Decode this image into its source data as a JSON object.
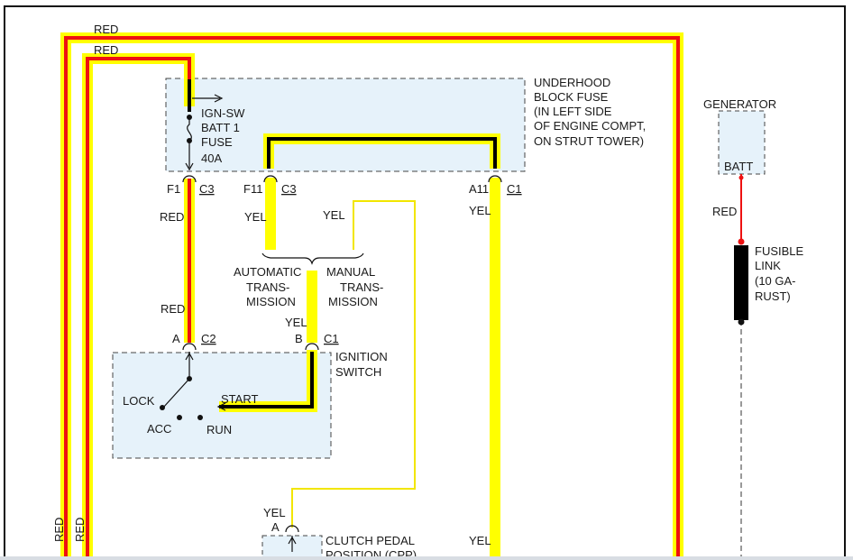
{
  "labels": {
    "red_top_1": "RED",
    "red_top_2": "RED",
    "red_vert_1": "RED",
    "red_vert_2": "RED",
    "underhood_title": [
      "UNDERHOOD",
      "BLOCK FUSE",
      "(IN LEFT SIDE",
      "OF ENGINE COMPT,",
      "ON STRUT TOWER)"
    ],
    "fuse_text": [
      "IGN-SW",
      "BATT 1",
      "FUSE",
      "40A"
    ],
    "f1": "F1",
    "c3_a": "C3",
    "f11": "F11",
    "c3_b": "C3",
    "a11": "A11",
    "c1_a": "C1",
    "red_mid_1": "RED",
    "yel_1": "YEL",
    "yel_2": "YEL",
    "yel_3": "YEL",
    "auto_trans": [
      "AUTOMATIC",
      "TRANS-",
      "MISSION"
    ],
    "manual_trans": [
      "MANUAL",
      "TRANS-",
      "MISSION"
    ],
    "red_mid_2": "RED",
    "yel_4": "YEL",
    "pin_a": "A",
    "c2": "C2",
    "pin_b": "B",
    "c1_b": "C1",
    "ignition_switch": [
      "IGNITION",
      "SWITCH"
    ],
    "lock": "LOCK",
    "start": "START",
    "acc": "ACC",
    "run": "RUN",
    "generator": "GENERATOR",
    "batt": "BATT",
    "red_gen": "RED",
    "fusible_link": [
      "FUSIBLE",
      "LINK",
      "(10 GA-",
      "RUST)"
    ],
    "yel_cpp": "YEL",
    "pin_a_cpp": "A",
    "clutch_pedal": [
      "CLUTCH PEDAL",
      "POSITION (CPP)"
    ],
    "yel_bottom": "YEL"
  },
  "colors": {
    "yellow": "#ffff00",
    "red": "#ee1111",
    "black": "#000000",
    "box_fill": "#e6f2fa",
    "thin_yellow": "#f2e600"
  }
}
